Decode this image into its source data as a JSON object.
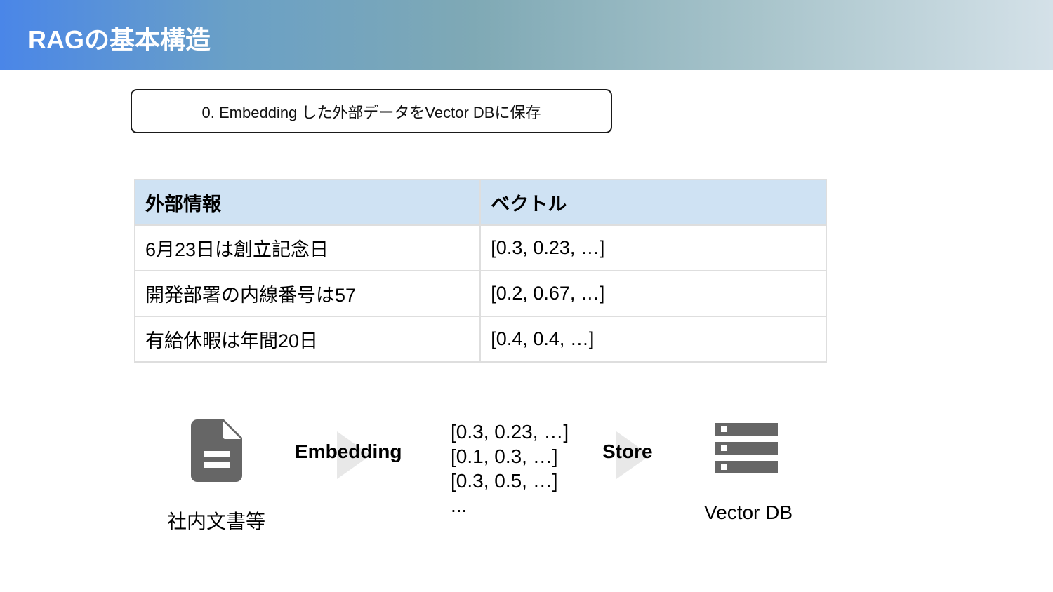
{
  "header": {
    "title": "RAGの基本構造"
  },
  "step": {
    "label": "0. Embedding した外部データをVector DBに保存"
  },
  "table": {
    "headers": [
      "外部情報",
      "ベクトル"
    ],
    "rows": [
      [
        "6月23日は創立記念日",
        "[0.3, 0.23, …]"
      ],
      [
        "開発部署の内線番号は57",
        "[0.2, 0.67, …]"
      ],
      [
        "有給休暇は年間20日",
        "[0.4, 0.4, …]"
      ]
    ]
  },
  "flow": {
    "document_label": "社内文書等",
    "embedding_label": "Embedding",
    "vectors": [
      "[0.3, 0.23, …]",
      "[0.1, 0.3, …]",
      "[0.3, 0.5, …]",
      "..."
    ],
    "store_label": "Store",
    "db_label": "Vector DB"
  },
  "icons": {
    "document": "document-icon",
    "database": "database-icon",
    "arrow": "arrow-right-icon"
  },
  "colors": {
    "header_start": "#4a86e8",
    "header_end": "#d4e1e8",
    "table_header_bg": "#cfe2f3",
    "icon_gray": "#666666"
  }
}
